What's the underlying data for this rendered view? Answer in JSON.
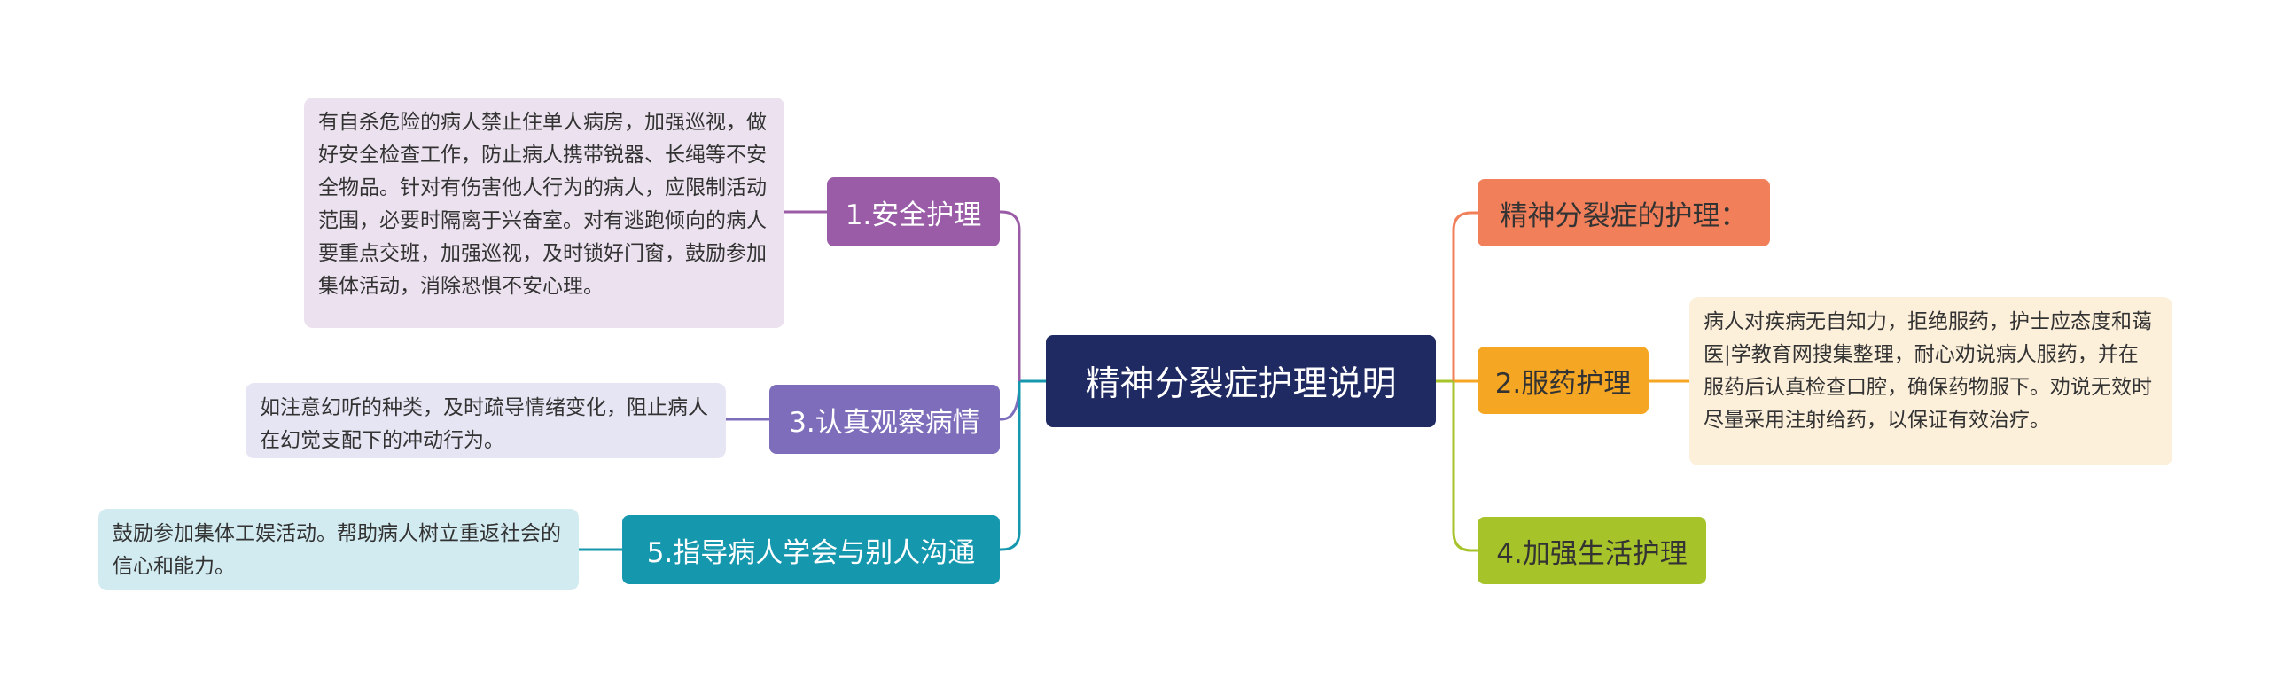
{
  "root": {
    "label": "精神分裂症护理说明"
  },
  "left_branches": [
    {
      "label": "1.安全护理",
      "note": "有自杀危险的病人禁止住单人病房，加强巡视，做好安全检查工作，防止病人携带锐器、长绳等不安全物品。针对有伤害他人行为的病人，应限制活动范围，必要时隔离于兴奋室。对有逃跑倾向的病人要重点交班，加强巡视，及时锁好门窗，鼓励参加集体活动，消除恐惧不安心理。"
    },
    {
      "label": "3.认真观察病情",
      "note": "如注意幻听的种类，及时疏导情绪变化，阻止病人在幻觉支配下的冲动行为。"
    },
    {
      "label": "5.指导病人学会与别人沟通",
      "note": "鼓励参加集体工娱活动。帮助病人树立重返社会的信心和能力。"
    }
  ],
  "right_branches": [
    {
      "label": "精神分裂症的护理："
    },
    {
      "label": "2.服药护理",
      "note": "病人对疾病无自知力，拒绝服药，护士应态度和蔼医|学教育网搜集整理，耐心劝说病人服药，并在服药后认真检查口腔，确保药物服下。劝说无效时尽量采用注射给药，以保证有效治疗。"
    },
    {
      "label": "4.加强生活护理"
    }
  ],
  "colors": {
    "root": "#1f2a63",
    "safety": "#9a5ca7",
    "observe": "#7d6dbb",
    "communicate": "#1597ae",
    "care": "#f07f5a",
    "medication": "#f5a623",
    "living": "#a6c32a",
    "trunk_left": "#1597ae"
  }
}
